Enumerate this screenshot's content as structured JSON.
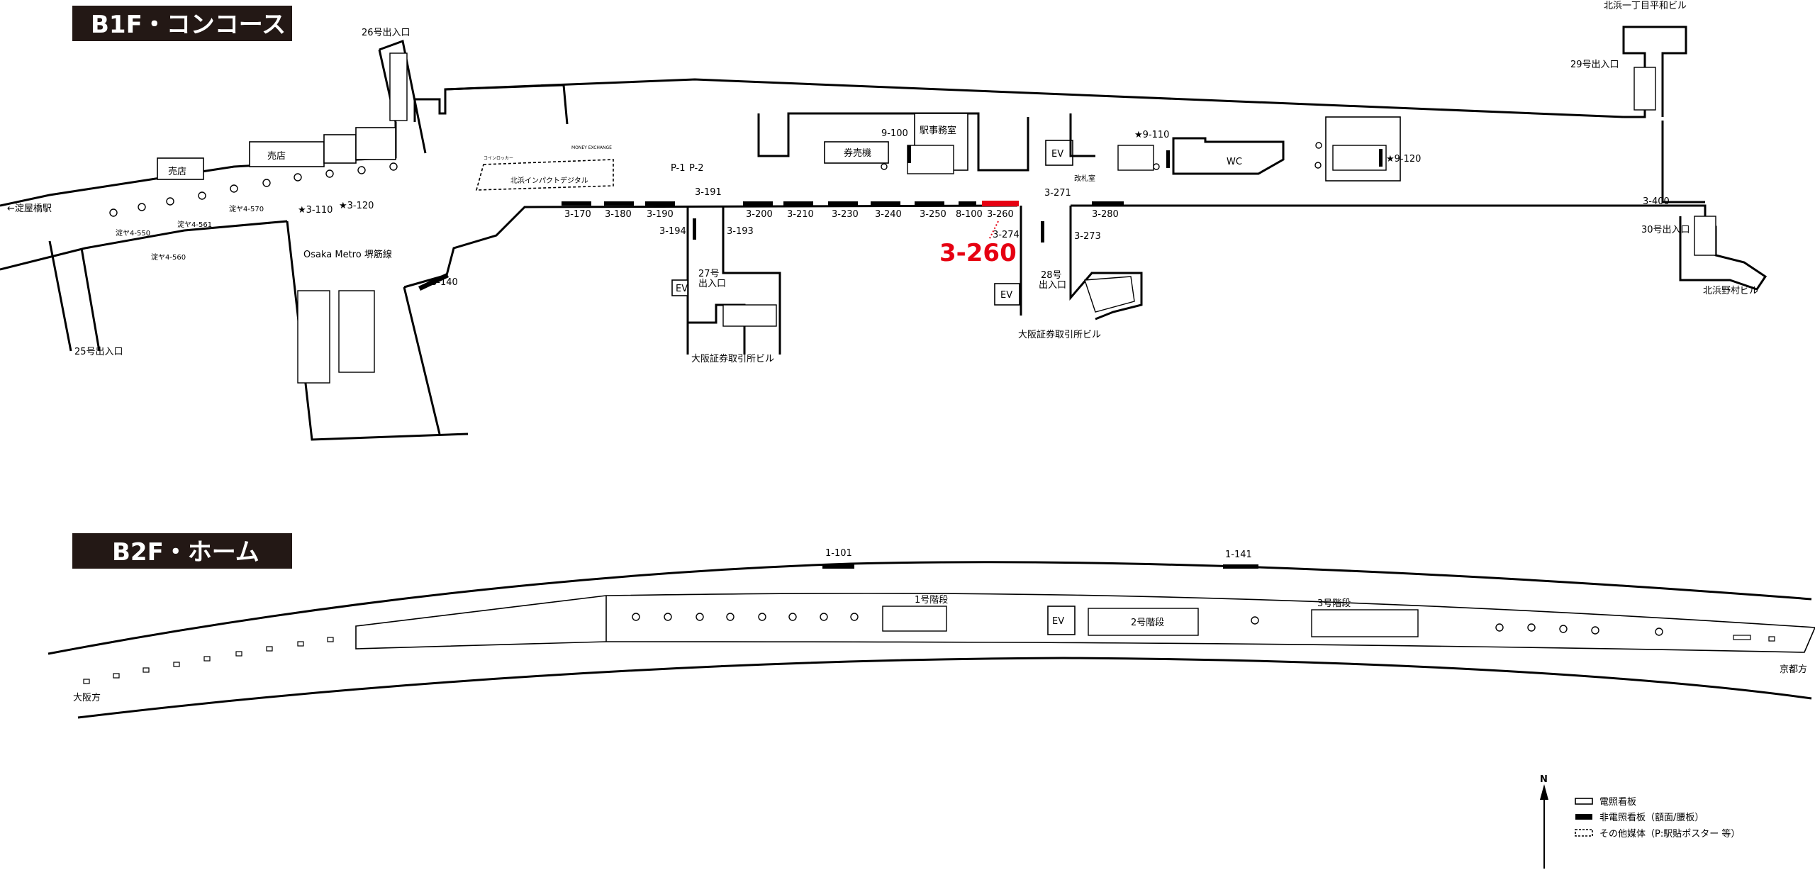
{
  "floors": {
    "b1f_title": "B1F・コンコース",
    "b2f_title": "B2F・ホーム"
  },
  "highlight": {
    "code": "3-260",
    "color": "#e60012"
  },
  "b1f_labels": {
    "exit26": "26号出入口",
    "exit25": "25号出入口",
    "exit27_line1": "27号",
    "exit27_line2": "出入口",
    "exit28_line1": "28号",
    "exit28_line2": "出入口",
    "exit29": "29号出入口",
    "exit30": "30号出入口",
    "yodoyabashi": "←淀屋橋駅",
    "shop1": "売店",
    "shop2": "売店",
    "ticket_machine": "券売機",
    "station_office": "駅事務室",
    "ev1": "EV",
    "ev2": "EV",
    "ev3": "EV",
    "wc": "WC",
    "ticket_gate": "改札室",
    "coin_locker": "コインロッカー",
    "money_exchange": "MONEY EXCHANGE",
    "kitahama_digital": "北浜インパクトデジタル",
    "p1": "P-1",
    "p2": "P-2",
    "osaka_metro": "Osaka Metro 堺筋線",
    "ose_bldg_27": "大阪証券取引所ビル",
    "ose_bldg_28": "大阪証券取引所ビル",
    "kitahama_heiwa": "北浜一丁目平和ビル",
    "kitahama_nomura": "北浜野村ビル"
  },
  "b1f_ads": {
    "a3_170": "3-170",
    "a3_180": "3-180",
    "a3_190": "3-190",
    "a3_191": "3-191",
    "a3_194": "3-194",
    "a3_193": "3-193",
    "a3_200": "3-200",
    "a3_210": "3-210",
    "a3_230": "3-230",
    "a3_240": "3-240",
    "a3_250": "3-250",
    "a8_100": "8-100",
    "a3_260": "3-260",
    "a3_271": "3-271",
    "a3_274": "3-274",
    "a3_273": "3-273",
    "a3_280": "3-280",
    "a3_400": "3-400",
    "a3_110": "★3-110",
    "a3_120": "★3-120",
    "a3_140": "3-140",
    "a9_100": "9-100",
    "a9_110": "★9-110",
    "a9_120": "★9-120",
    "y4_550": "淀ヤ4-550",
    "y4_561": "淀ヤ4-561",
    "y4_570": "淀ヤ4-570",
    "y4_560": "淀ヤ4-560"
  },
  "b2f_labels": {
    "ad_1_101": "1-101",
    "ad_1_141": "1-141",
    "stair1": "1号階段",
    "stair2": "2号階段",
    "stair3": "3号階段",
    "ev": "EV",
    "osaka_dir": "大阪方",
    "kyoto_dir": "京都方"
  },
  "legend": {
    "north": "N",
    "lit_sign": "電照看板",
    "unlit_sign": "非電照看板（額面/腰板）",
    "other_media": "その他媒体（P:駅貼ポスター 等）"
  }
}
